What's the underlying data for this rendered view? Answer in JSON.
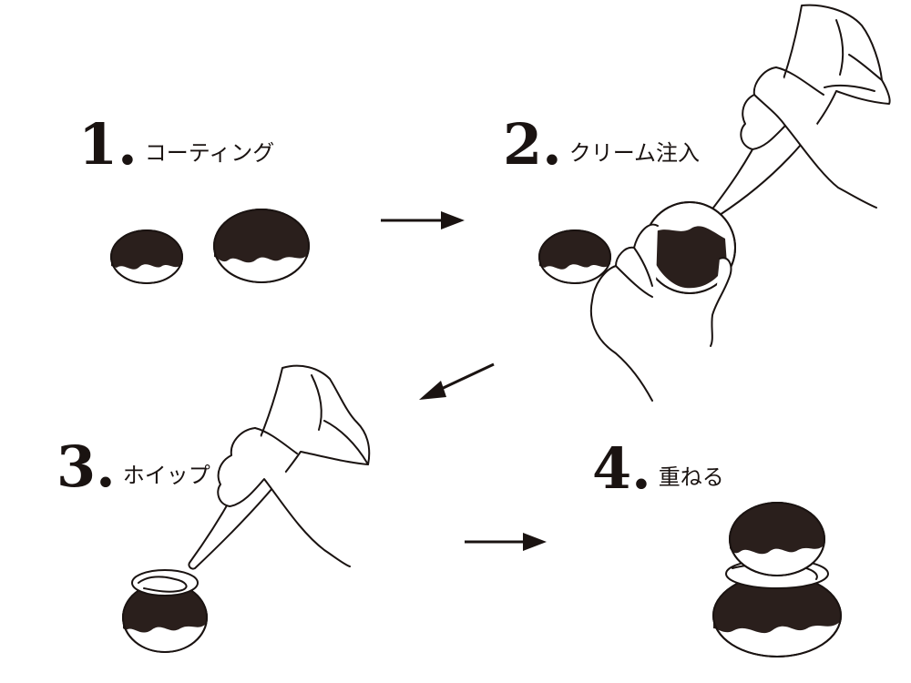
{
  "steps": [
    {
      "number": "1.",
      "title": "コーティング"
    },
    {
      "number": "2.",
      "title": "クリーム注入"
    },
    {
      "number": "3.",
      "title": "ホイップ"
    },
    {
      "number": "4.",
      "title": "重ねる"
    }
  ],
  "colors": {
    "chocolate": "#2a1f1c",
    "ink": "#1a1311",
    "outline": "#1a1311",
    "paper": "#ffffff",
    "cream": "#f2f2f2"
  },
  "icons": [
    "arrow-right-icon",
    "arrow-down-left-icon",
    "piping-bag-icon",
    "hand-icon",
    "cream-puff-icon"
  ]
}
